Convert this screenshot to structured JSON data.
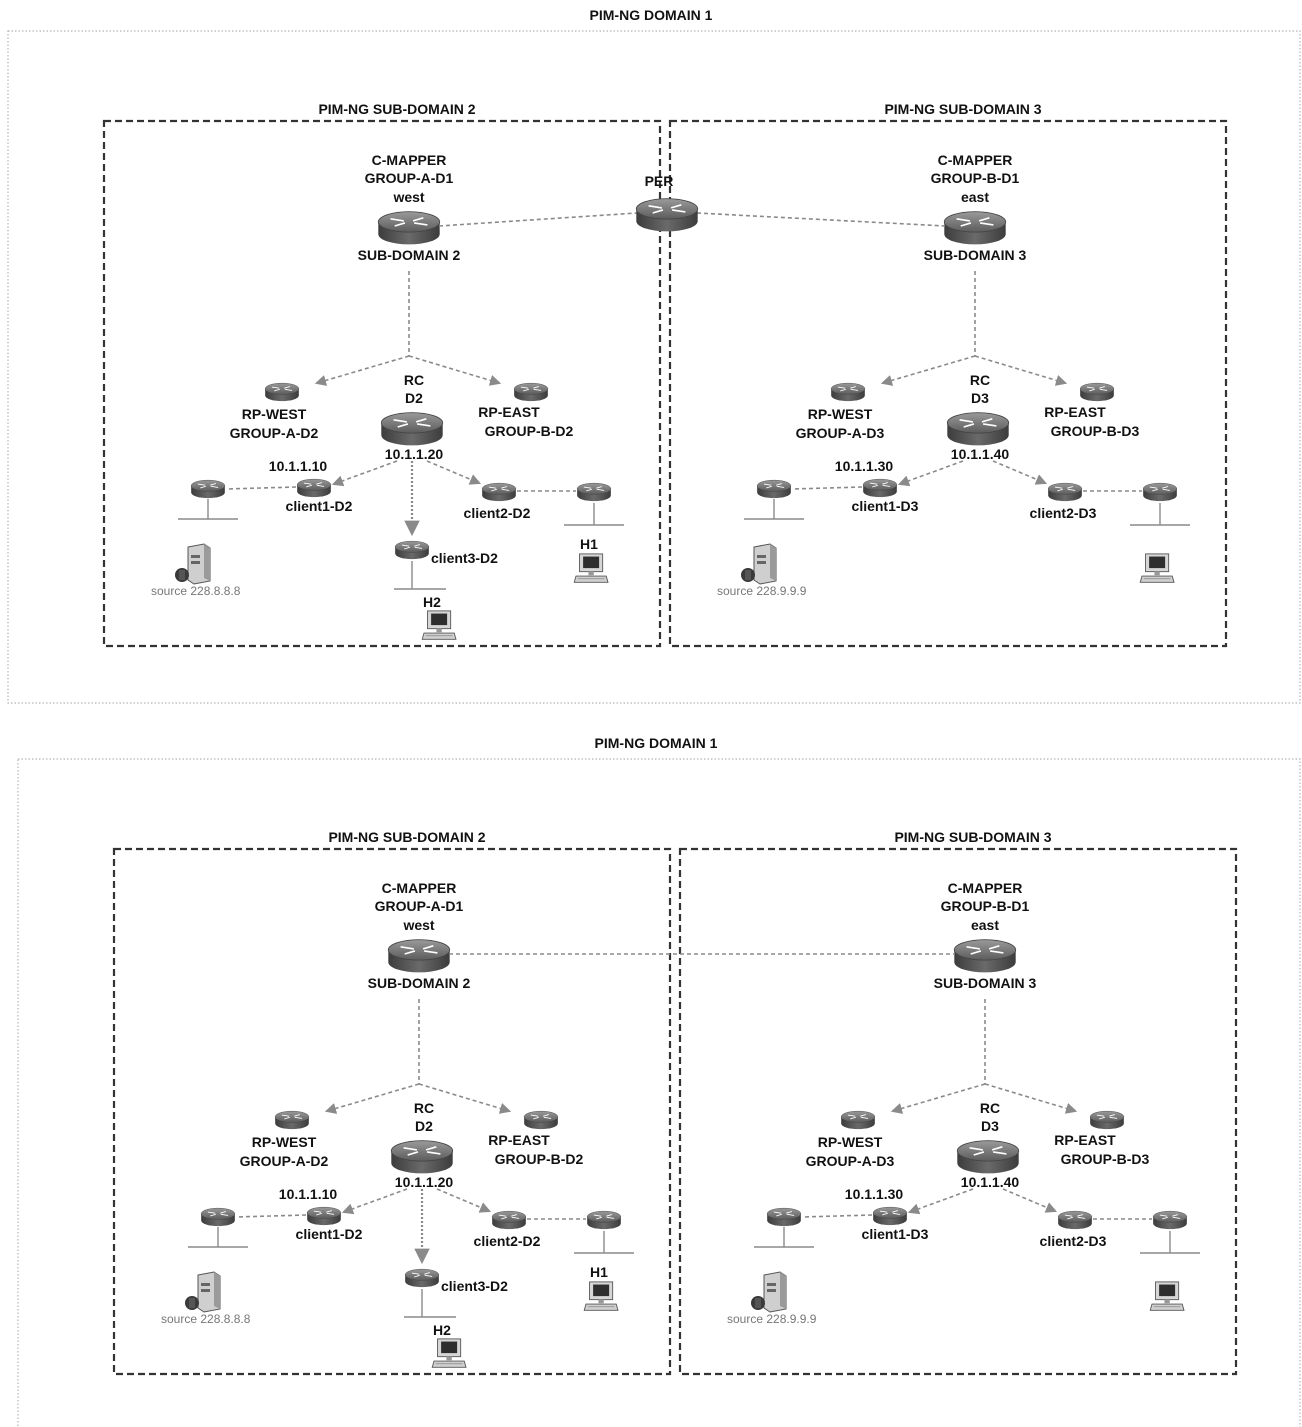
{
  "panels": [
    {
      "domain_title": "PIM-NG DOMAIN 1",
      "per_label": "PER",
      "subdomains": [
        {
          "title": "PIM-NG SUB-DOMAIN 2",
          "cmapper": [
            "C-MAPPER",
            "GROUP-A-D1",
            "west"
          ],
          "cmapper_bottom": "SUB-DOMAIN 2",
          "rc": [
            "RC",
            "D2"
          ],
          "rc_ip": "10.1.1.20",
          "rp_west": [
            "RP-WEST",
            "GROUP-A-D2"
          ],
          "rp_east": [
            "RP-EAST",
            "GROUP-B-D2"
          ],
          "client1_ip": "10.1.1.10",
          "client1": "client1-D2",
          "client2": "client2-D2",
          "client3": "client3-D2",
          "h1": "H1",
          "h2": "H2",
          "source": "source 228.8.8.8"
        },
        {
          "title": "PIM-NG SUB-DOMAIN 3",
          "cmapper": [
            "C-MAPPER",
            "GROUP-B-D1",
            "east"
          ],
          "cmapper_bottom": "SUB-DOMAIN 3",
          "rc": [
            "RC",
            "D3"
          ],
          "rc_ip": "10.1.1.40",
          "rp_west": [
            "RP-WEST",
            "GROUP-A-D3"
          ],
          "rp_east": [
            "RP-EAST",
            "GROUP-B-D3"
          ],
          "client1_ip": "10.1.1.30",
          "client1": "client1-D3",
          "client2": "client2-D3",
          "source": "source 228.9.9.9"
        }
      ]
    },
    {
      "domain_title": "PIM-NG DOMAIN 1",
      "subdomains": [
        {
          "title": "PIM-NG SUB-DOMAIN 2",
          "cmapper": [
            "C-MAPPER",
            "GROUP-A-D1",
            "west"
          ],
          "cmapper_bottom": "SUB-DOMAIN 2",
          "rc": [
            "RC",
            "D2"
          ],
          "rc_ip": "10.1.1.20",
          "rp_west": [
            "RP-WEST",
            "GROUP-A-D2"
          ],
          "rp_east": [
            "RP-EAST",
            "GROUP-B-D2"
          ],
          "client1_ip": "10.1.1.10",
          "client1": "client1-D2",
          "client2": "client2-D2",
          "client3": "client3-D2",
          "h1": "H1",
          "h2": "H2",
          "source": "source 228.8.8.8"
        },
        {
          "title": "PIM-NG SUB-DOMAIN 3",
          "cmapper": [
            "C-MAPPER",
            "GROUP-B-D1",
            "east"
          ],
          "cmapper_bottom": "SUB-DOMAIN 3",
          "rc": [
            "RC",
            "D3"
          ],
          "rc_ip": "10.1.1.40",
          "rp_west": [
            "RP-WEST",
            "GROUP-A-D3"
          ],
          "rp_east": [
            "RP-EAST",
            "GROUP-B-D3"
          ],
          "client1_ip": "10.1.1.30",
          "client1": "client1-D3",
          "client2": "client2-D3",
          "source": "source 228.9.9.9"
        }
      ]
    }
  ]
}
